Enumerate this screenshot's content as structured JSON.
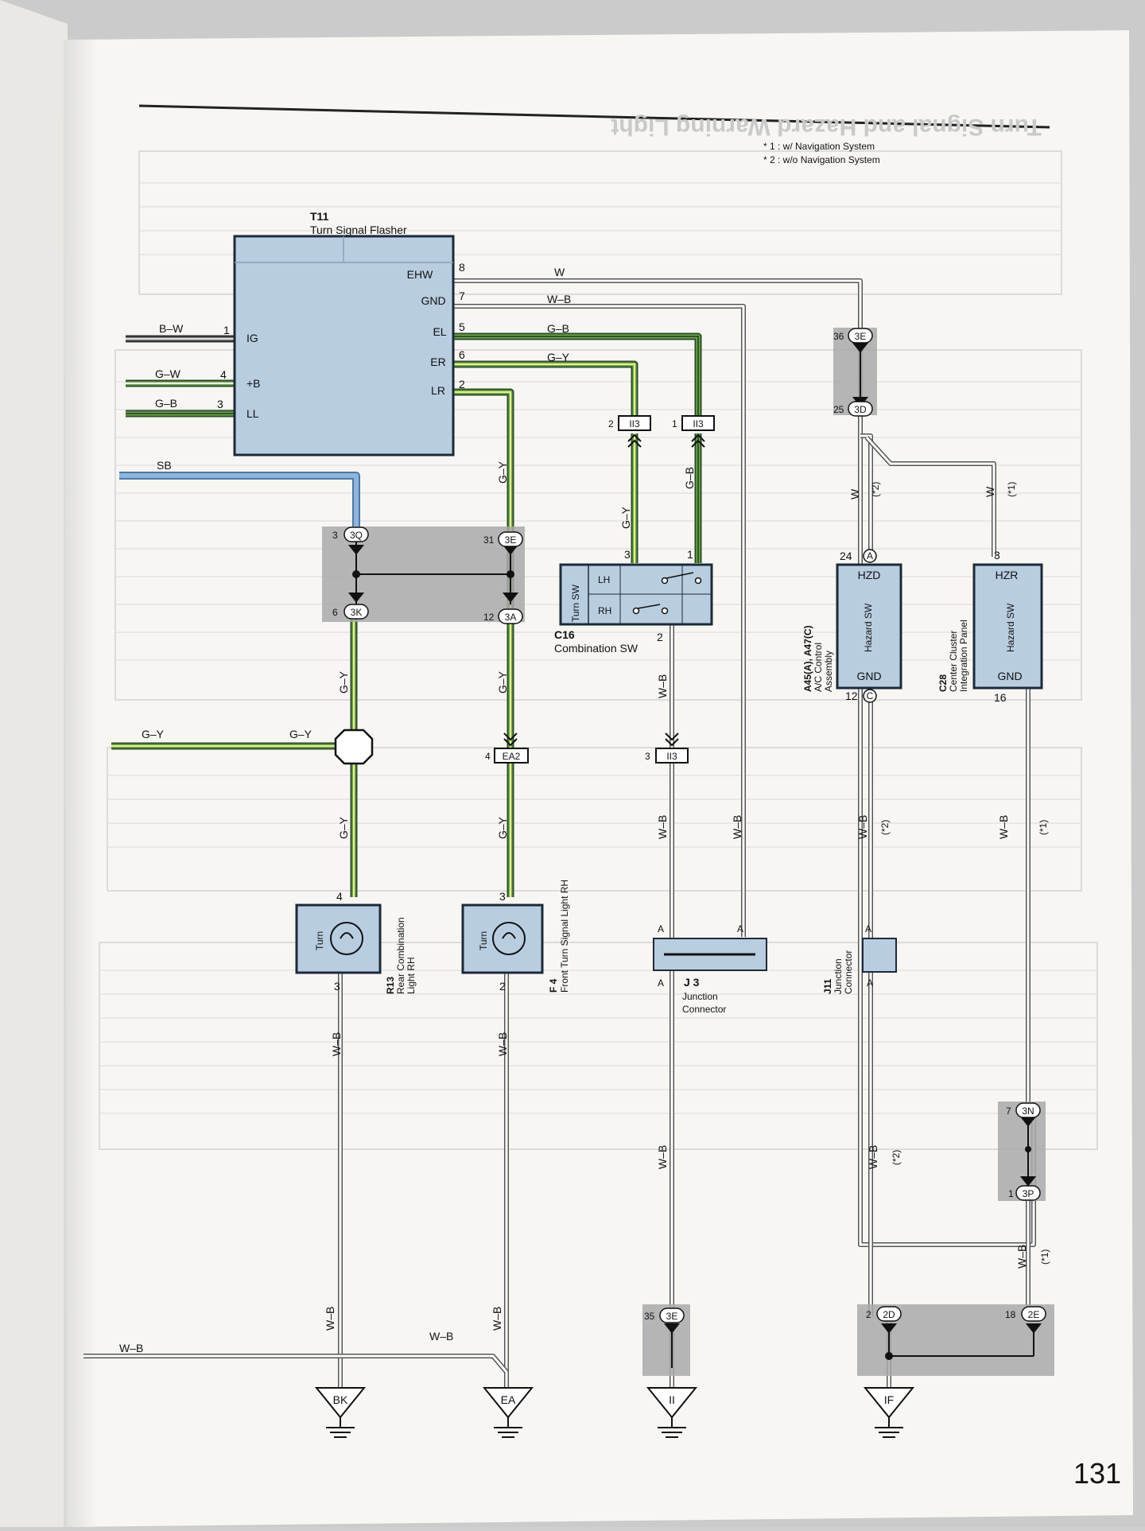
{
  "page": {
    "page_number": "131",
    "mirrored_title": "Turn Signal and Hazard Warning Light",
    "notes": [
      "* 1 : w/ Navigation System",
      "* 2 : w/o Navigation System"
    ]
  },
  "components": {
    "t11": {
      "code": "T11",
      "name": "Turn Signal Flasher",
      "pins": [
        {
          "num": "8",
          "label": "EHW"
        },
        {
          "num": "7",
          "label": "GND"
        },
        {
          "num": "5",
          "label": "EL"
        },
        {
          "num": "6",
          "label": "ER"
        },
        {
          "num": "2",
          "label": "LR"
        },
        {
          "num": "1",
          "label": "IG"
        },
        {
          "num": "4",
          "label": "+B"
        },
        {
          "num": "3",
          "label": "LL"
        }
      ]
    },
    "c16": {
      "code": "C16",
      "name": "Combination SW",
      "inner_title": "Turn SW",
      "lh": "LH",
      "rh": "RH",
      "pin_lh": "3",
      "pin_rh": "1",
      "pin_bottom": "2"
    },
    "a45": {
      "code": "A45(A), A47(C)",
      "name_line1": "A/C Control",
      "name_line2": "Assembly",
      "inner_title": "Hazard SW",
      "top": "HZD",
      "bottom": "GND",
      "pin_top": "24",
      "pin_top_conn": "A",
      "pin_bottom": "12",
      "pin_bottom_conn": "C"
    },
    "c28": {
      "code": "C28",
      "name_line1": "Center Cluster",
      "name_line2": "Integration Panel",
      "inner_title": "Hazard SW",
      "top": "HZR",
      "bottom": "GND",
      "pin_top": "3",
      "pin_bottom": "16"
    },
    "r13": {
      "code": "R13",
      "name_line1": "Rear Combination",
      "name_line2": "Light RH",
      "inner": "Turn",
      "pin_top": "4",
      "pin_bottom": "3"
    },
    "f4": {
      "code": "F 4",
      "name": "Front Turn Signal Light RH",
      "inner": "Turn",
      "pin_top": "3",
      "pin_bottom": "2"
    },
    "j3": {
      "code": "J 3",
      "name_line1": "Junction",
      "name_line2": "Connector",
      "a": "A"
    },
    "j11": {
      "code": "J11",
      "name_line1": "Junction",
      "name_line2": "Connector",
      "a": "A"
    }
  },
  "connectors": {
    "c3q": {
      "pin": "3",
      "id": "3Q"
    },
    "c3k": {
      "pin": "6",
      "id": "3K"
    },
    "c3e_a": {
      "pin": "31",
      "id": "3E"
    },
    "c3a": {
      "pin": "12",
      "id": "3A"
    },
    "c3e_b": {
      "pin": "36",
      "id": "3E"
    },
    "c3d": {
      "pin": "25",
      "id": "3D"
    },
    "ii3_a": {
      "pin": "2",
      "id": "II3"
    },
    "ii3_b": {
      "pin": "1",
      "id": "II3"
    },
    "ii3_c": {
      "pin": "3",
      "id": "II3"
    },
    "ea2": {
      "pin": "4",
      "id": "EA2"
    },
    "c3e_c": {
      "pin": "35",
      "id": "3E"
    },
    "c2d": {
      "pin": "2",
      "id": "2D"
    },
    "c2e": {
      "pin": "18",
      "id": "2E"
    },
    "c3n": {
      "pin": "7",
      "id": "3N"
    },
    "c3p": {
      "pin": "1",
      "id": "3P"
    }
  },
  "grounds": [
    "BK",
    "EA",
    "II",
    "IF"
  ],
  "wires": {
    "w": "W",
    "wb": "W–B",
    "gb": "G–B",
    "gy": "G–Y",
    "bw": "B–W",
    "gw": "G–W",
    "sb": "SB",
    "star1": "(*1)",
    "star2": "(*2)"
  },
  "colors": {
    "component_fill": "#b9cde0",
    "splice_fill": "#a9a9a9",
    "wire_green": "#6fae48",
    "wire_yellow": "#ecec8a",
    "wire_blue": "#7ea6cf",
    "page": "#f7f6f3"
  }
}
